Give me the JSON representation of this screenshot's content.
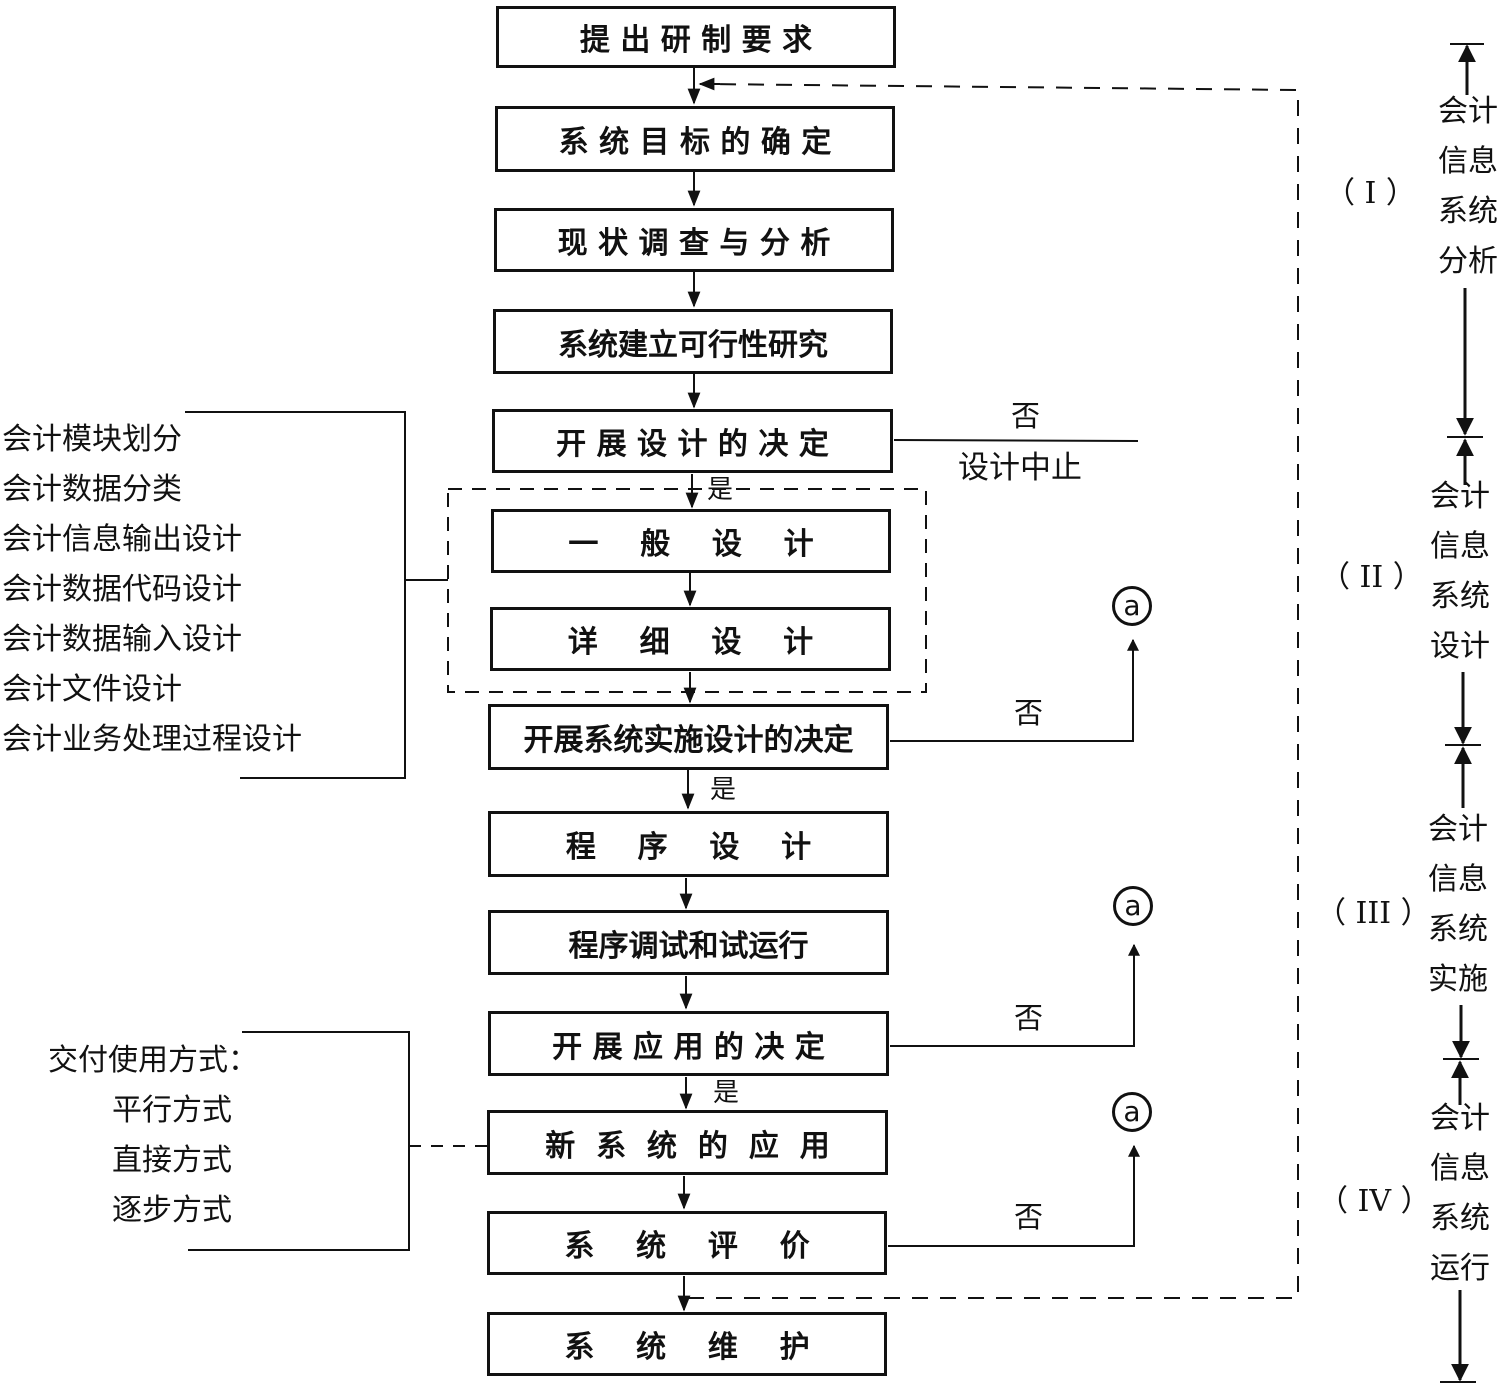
{
  "diagram": {
    "type": "flowchart",
    "main_steps": [
      "提 出 研 制 要 求",
      "系 统 目 标 的 确 定",
      "现 状 调 查 与 分 析",
      "系统建立可行性研究",
      "开 展 设 计 的 决 定",
      "一    般    设    计",
      "详    细    设    计",
      "开展系统实施设计的决定",
      "程    序    设    计",
      "程序调试和试运行",
      "开 展 应 用 的 决 定",
      "新  系  统  的  应  用",
      "系    统    评    价",
      "系    统    维    护"
    ],
    "yes_label": "是",
    "no_label": "否",
    "design_stop_label": "设计中止",
    "connector_label": "a",
    "design_details": [
      "会计模块划分",
      "会计数据分类",
      "会计信息输出设计",
      "会计数据代码设计",
      "会计数据输入设计",
      "会计文件设计",
      "会计业务处理过程设计"
    ],
    "delivery": {
      "title": "交付使用方式：",
      "methods": [
        "平行方式",
        "直接方式",
        "逐步方式"
      ]
    },
    "phases": [
      {
        "numeral": "（ I ）",
        "lines": [
          "会计",
          "信息",
          "系统",
          "分析"
        ]
      },
      {
        "numeral": "（ II ）",
        "lines": [
          "会计",
          "信息",
          "系统",
          "设计"
        ]
      },
      {
        "numeral": "（ III ）",
        "lines": [
          "会计",
          "信息",
          "系统",
          "实施"
        ]
      },
      {
        "numeral": "（ IV ）",
        "lines": [
          "会计",
          "信息",
          "系统",
          "运行"
        ]
      }
    ]
  }
}
